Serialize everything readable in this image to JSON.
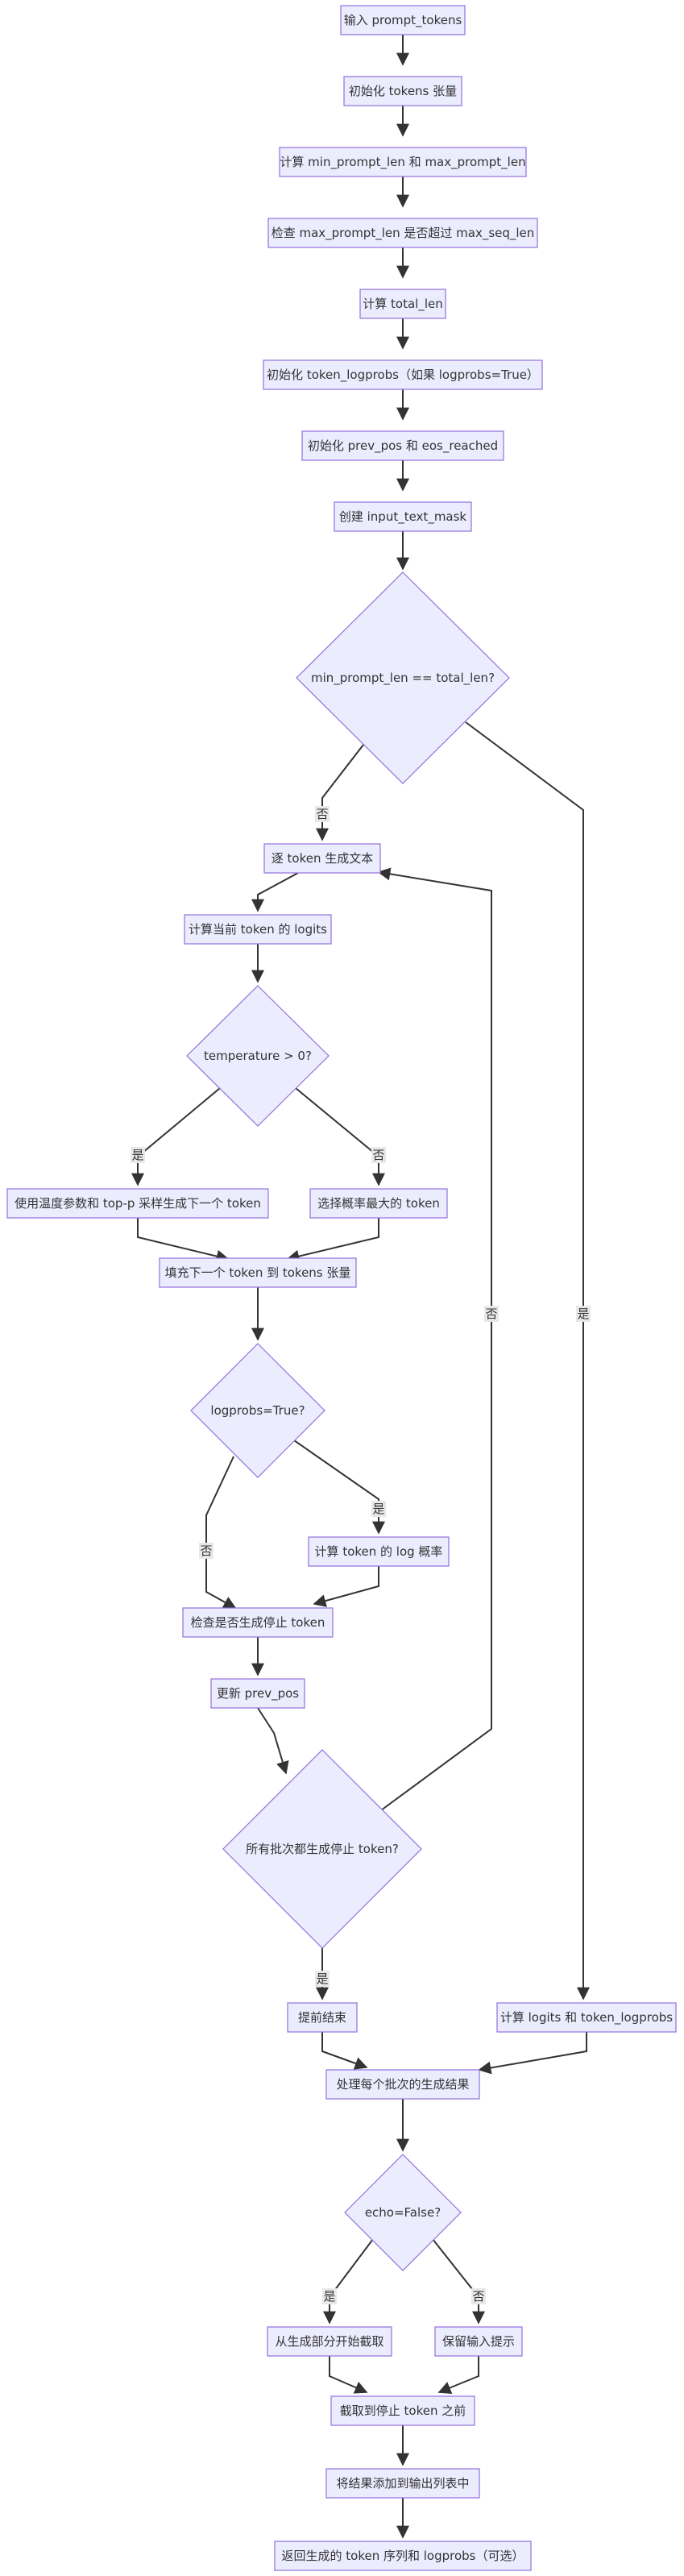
{
  "nodes": {
    "input_prompt_tokens": "输入 prompt_tokens",
    "init_tokens": "初始化 tokens 张量",
    "calc_prompt_len": "计算 min_prompt_len 和 max_prompt_len",
    "check_max_len": "检查 max_prompt_len 是否超过 max_seq_len",
    "calc_total_len": "计算 total_len",
    "init_logprobs": "初始化 token_logprobs（如果 logprobs=True）",
    "init_prev_pos": "初始化 prev_pos 和 eos_reached",
    "create_mask": "创建 input_text_mask",
    "decision_min_eq_total": "min_prompt_len == total_len?",
    "gen_token_by_token": "逐 token 生成文本",
    "calc_logits": "计算当前 token 的 logits",
    "decision_temperature": "temperature > 0?",
    "sample_top_p": "使用温度参数和 top-p 采样生成下一个 token",
    "choose_max": "选择概率最大的 token",
    "fill_next_token": "填充下一个 token 到 tokens 张量",
    "decision_logprobs": "logprobs=True?",
    "calc_log_prob": "计算 token 的 log 概率",
    "check_stop": "检查是否生成停止 token",
    "update_prev_pos": "更新 prev_pos",
    "decision_all_stop": "所有批次都生成停止 token?",
    "early_end": "提前结束",
    "calc_logits_logprobs": "计算 logits 和 token_logprobs",
    "process_results": "处理每个批次的生成结果",
    "decision_echo": "echo=False?",
    "slice_from_gen": "从生成部分开始截取",
    "keep_prompt": "保留输入提示",
    "slice_before_stop": "截取到停止 token 之前",
    "append_output": "将结果添加到输出列表中",
    "return_results": "返回生成的 token 序列和 logprobs（可选）"
  },
  "edge_labels": {
    "no": "否",
    "yes": "是"
  },
  "colors": {
    "node_fill": "#ececff",
    "node_stroke": "#9370db",
    "edge": "#333333",
    "label_bg": "#e8e8e8"
  }
}
